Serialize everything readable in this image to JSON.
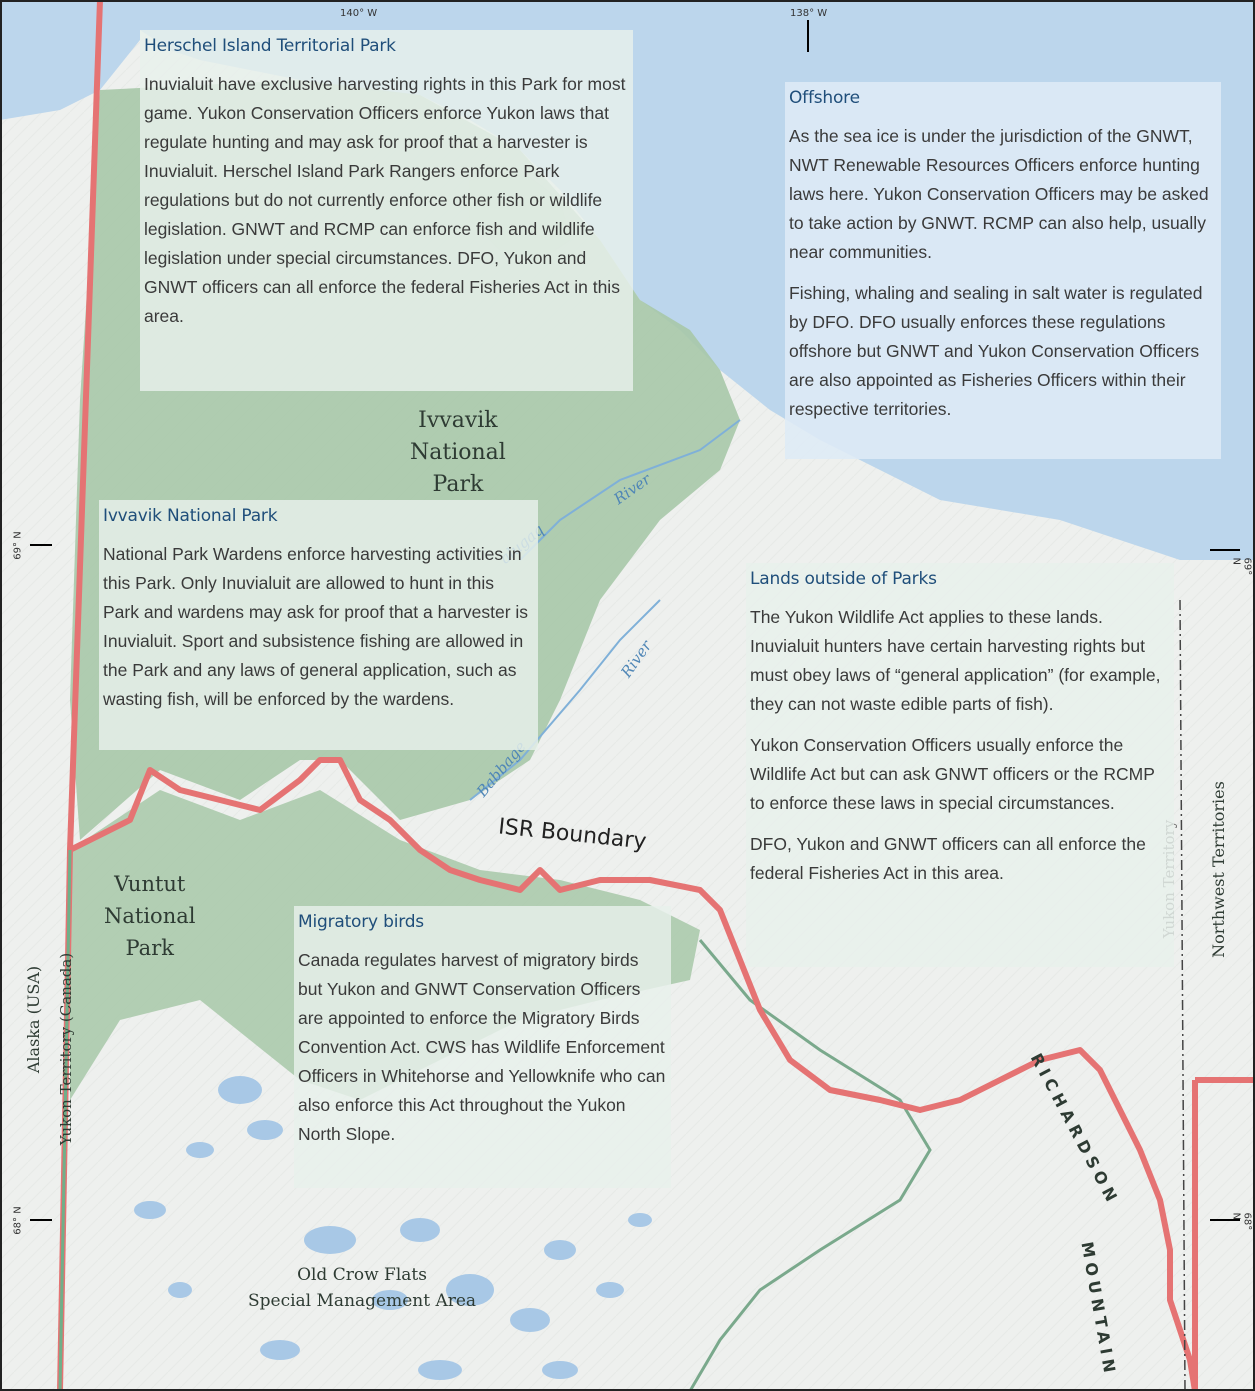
{
  "map": {
    "panels": [
      {
        "id": "herschel",
        "title": "Herschel Island Territorial Park",
        "paragraphs": [
          "Inuvialuit have exclusive harvesting rights in this Park for most game. Yukon Conservation Officers enforce Yukon laws that regulate hunting and may ask for proof that a harvester is Inuvialuit. Herschel Island Park Rangers enforce Park regulations but do not currently enforce other fish or wildlife legislation. GNWT and RCMP can enforce fish and wildlife legislation under special circumstances. DFO, Yukon and GNWT officers can all enforce the federal Fisheries Act in this area."
        ]
      },
      {
        "id": "offshore",
        "title": "Offshore",
        "paragraphs": [
          "As the sea ice is under the jurisdiction of the GNWT, NWT Renewable Resources Officers enforce hunting laws here. Yukon Conservation Officers may be asked to take action by GNWT. RCMP can also help, usually near communities.",
          "Fishing, whaling and sealing in salt water is regulated by DFO. DFO usually enforces these regulations offshore but GNWT and Yukon Conservation Officers are also appointed as Fisheries Officers within their respective territories."
        ]
      },
      {
        "id": "ivvavik",
        "title": "Ivvavik National Park",
        "paragraphs": [
          "National Park Wardens enforce harvesting activities in this Park. Only Inuvialuit are allowed to hunt in this Park and wardens may ask for proof  that a harvester is Inuvialuit. Sport and subsistence fishing are allowed in the Park and any laws of general application, such as wasting fish, will be enforced by the wardens."
        ]
      },
      {
        "id": "lands",
        "title": "Lands outside of Parks",
        "paragraphs": [
          "The Yukon Wildlife Act applies to these lands. Inuvialuit hunters have certain harvesting rights but must obey laws of “general application” (for example, they can not waste edible parts of fish).",
          "Yukon Conservation Officers usually enforce the Wildlife Act but can ask GNWT officers or the RCMP to enforce these laws in special circumstances.",
          "DFO, Yukon and GNWT officers can all enforce the federal Fisheries Act in this area."
        ]
      },
      {
        "id": "birds",
        "title": "Migratory birds",
        "paragraphs": [
          "Canada regulates harvest of migratory birds but Yukon and GNWT Conservation Officers are appointed to enforce the Migratory Birds Convention Act. CWS has Wildlife Enforcement Officers in Whitehorse and Yellowknife who can also enforce this Act throughout the Yukon North Slope."
        ]
      }
    ],
    "labels": {
      "ivvavik_park": [
        "Ivvavik",
        "National",
        "Park"
      ],
      "vuntut_park": [
        "Vuntut",
        "National",
        "Park"
      ],
      "isr_boundary": "ISR Boundary",
      "old_crow": [
        "Old Crow Flats",
        "Special Management Area"
      ],
      "river_1": "River",
      "river_2": "River",
      "river_firth": "alugaq",
      "river_babbage": "Babbage",
      "alaska": "Alaska (USA)",
      "yukon_canada": "Yukon Territory (Canada)",
      "yukon_territory": "Yukon Territory",
      "nwt": "Northwest Territories",
      "richardson": "RICHARDSON",
      "mountains": "MOUNTAIN",
      "lon_140": "140° W",
      "lon_138": "138° W",
      "lat_69_left": "69° N",
      "lat_69_right": "69° N",
      "lat_68_left": "68° N",
      "lat_68_right": "68° N"
    },
    "colors": {
      "sea": "#bcd6ec",
      "land": "#eef0ee",
      "park": "#a7c8a8",
      "boundary": "#e57373",
      "title": "#1f4e7a"
    }
  }
}
